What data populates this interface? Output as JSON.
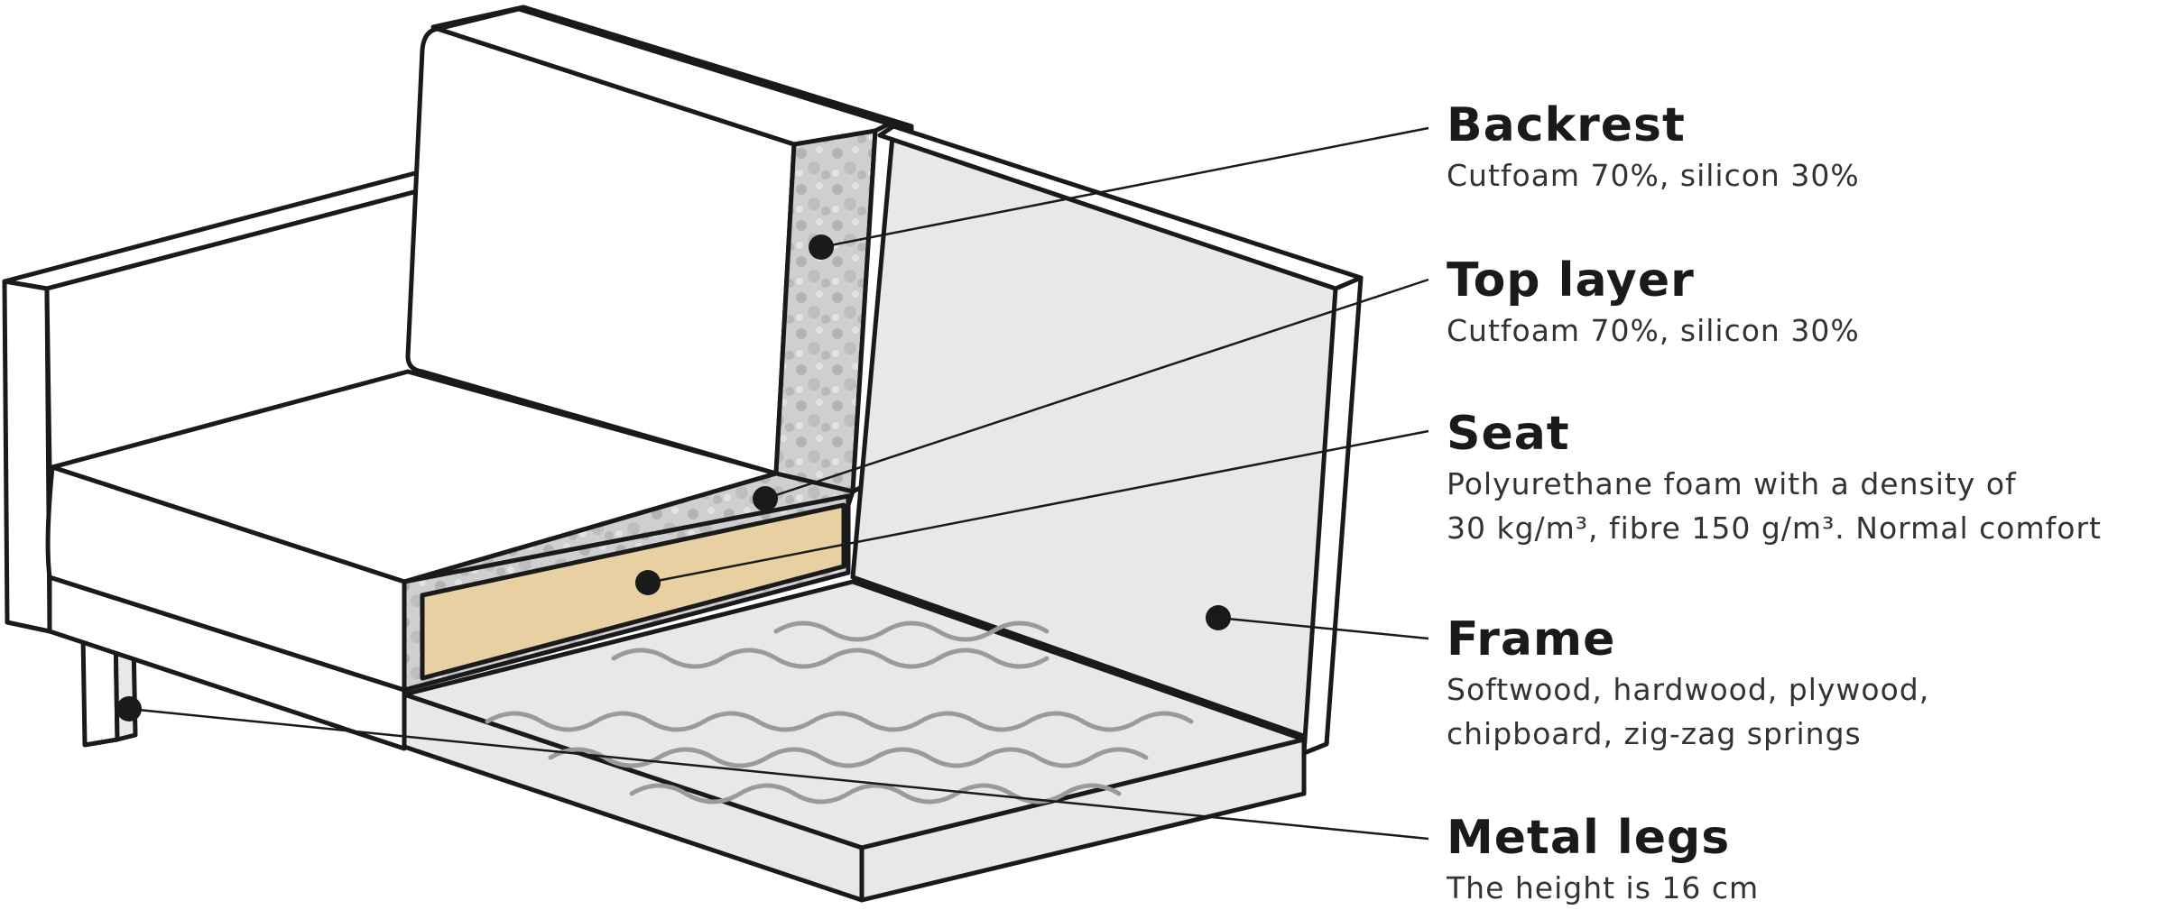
{
  "colors": {
    "outline": "#1a1a1a",
    "cushion": "#ffffff",
    "frame_fill": "#e8e8e8",
    "foam_fill": "#c9c9c9",
    "seat_foam": "#e9d0a3",
    "springs": "#9a9a9a",
    "leader": "#1a1a1a"
  },
  "components": [
    {
      "key": "backrest",
      "title": "Backrest",
      "lines": [
        "Cutfoam 70%, silicon 30%"
      ]
    },
    {
      "key": "top-layer",
      "title": "Top layer",
      "lines": [
        "Cutfoam 70%, silicon 30%"
      ]
    },
    {
      "key": "seat",
      "title": "Seat",
      "lines": [
        "Polyurethane foam with a density of",
        "30 kg/m³, fibre 150 g/m³. Normal comfort"
      ]
    },
    {
      "key": "frame",
      "title": "Frame",
      "lines": [
        "Softwood, hardwood, plywood,",
        "chipboard, zig-zag springs"
      ]
    },
    {
      "key": "metal-legs",
      "title": "Metal legs",
      "lines": [
        "The height is 16 cm"
      ]
    }
  ]
}
